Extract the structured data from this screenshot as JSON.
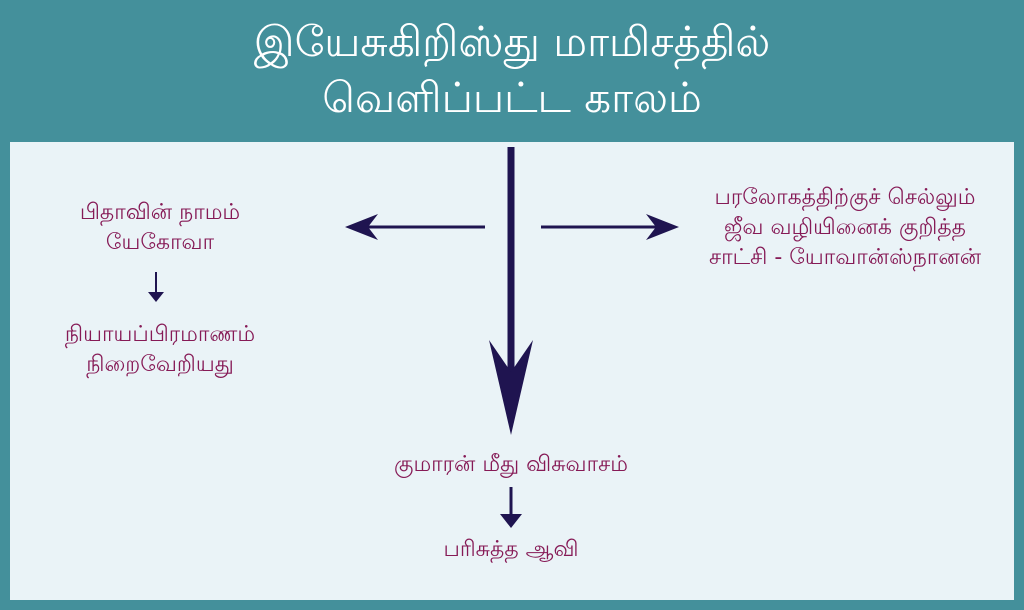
{
  "title": {
    "line1": "இயேசுகிறிஸ்து மாமிசத்தில்",
    "line2": "வெளிப்பட்ட காலம்"
  },
  "left": {
    "line1": "பிதாவின் நாமம்",
    "line2": "யேகோவா",
    "result_line1": "நியாயப்பிரமாணம்",
    "result_line2": "நிறைவேறியது"
  },
  "right": {
    "line1": "பரலோகத்திற்குச் செல்லும்",
    "line2": "ஜீவ வழியினைக் குறித்த",
    "line3": "சாட்சி - யோவான்ஸ்நானன்"
  },
  "bottom": {
    "line1": "குமாரன் மீது விசுவாசம்",
    "result": "பரிசுத்த ஆவி"
  },
  "colors": {
    "header": "#44909b",
    "panel": "#eaf3f7",
    "text": "#861a56",
    "arrow": "#1f1450"
  }
}
